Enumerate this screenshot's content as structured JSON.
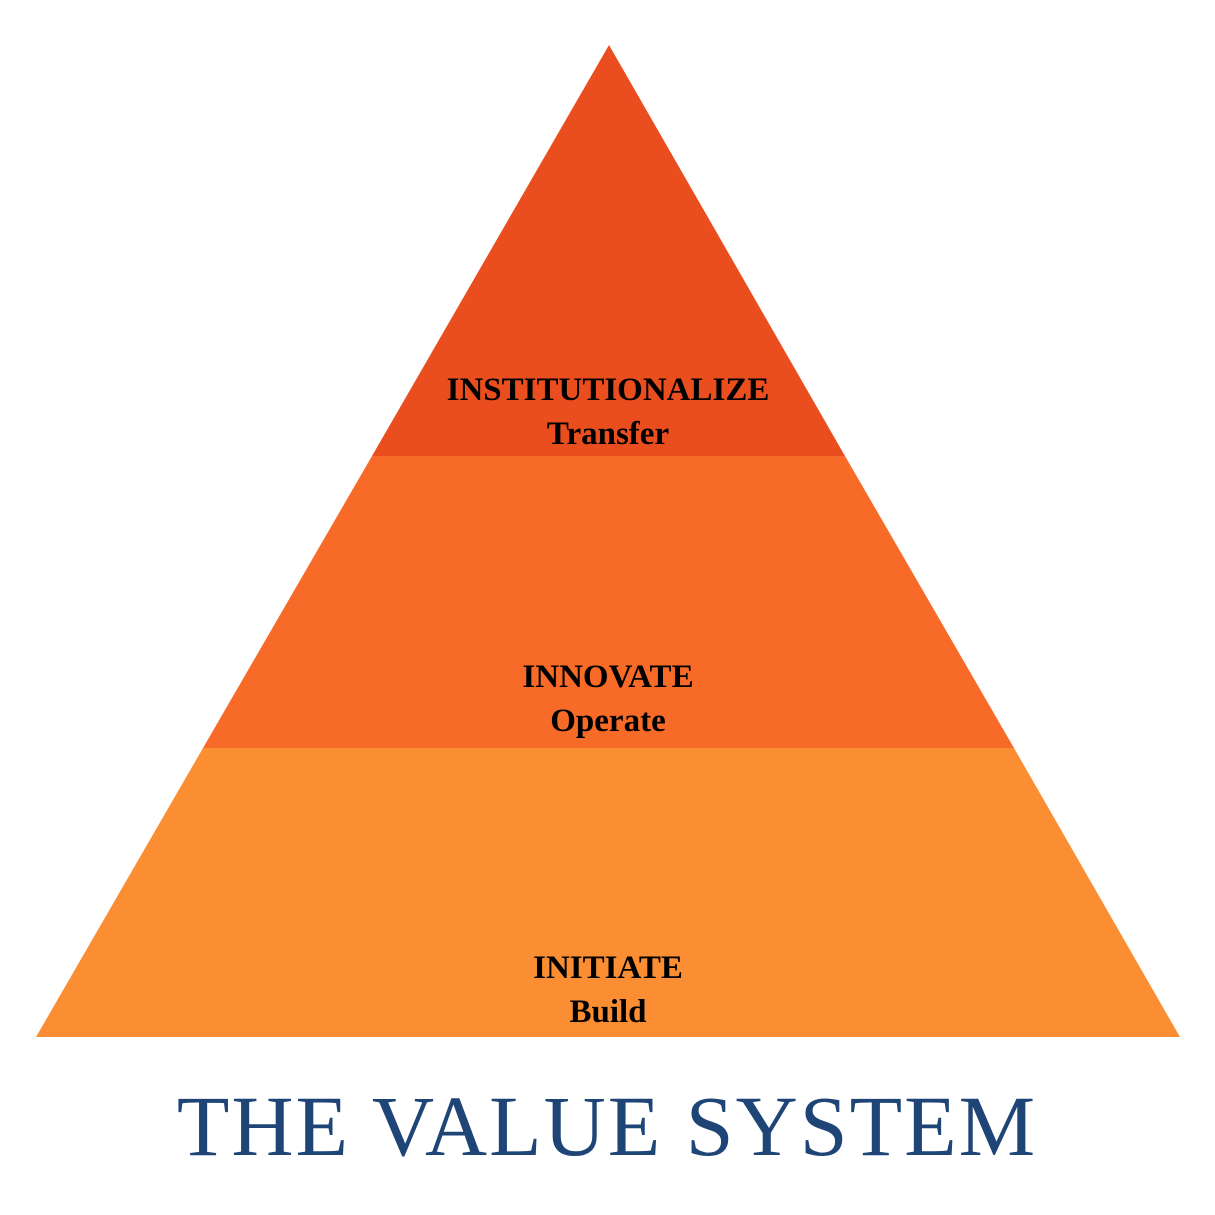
{
  "colors": {
    "top": "#EB4E1E",
    "middle": "#F86A28",
    "bottom": "#FB8E33",
    "title": "#1F4577"
  },
  "tiers": [
    {
      "title": "INSTITUTIONALIZE",
      "subtitle": "Transfer"
    },
    {
      "title": "INNOVATE",
      "subtitle": "Operate"
    },
    {
      "title": "INITIATE",
      "subtitle": "Build"
    }
  ],
  "title": "THE VALUE SYSTEM"
}
